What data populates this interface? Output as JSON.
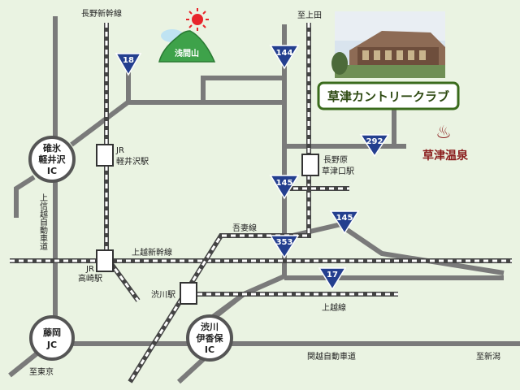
{
  "labels": {
    "nagano_shinkansen": "長野新幹線",
    "to_kamita": "至上田",
    "asama": "浅間山",
    "jr_karuizawa_line1": "JR",
    "jr_karuizawa_line2": "軽井沢駅",
    "naganohara_line1": "長野原",
    "naganohara_line2": "草津口駅",
    "agatsuma_line": "吾妻線",
    "joetsu_shinkansen": "上越新幹線",
    "jr_takasaki_line1": "JR",
    "jr_takasaki_line2": "高崎駅",
    "shibukawa_station": "渋川駅",
    "joetsu_line": "上越線",
    "kanetsu_expressway": "関越自動車道",
    "to_tokyo": "至東京",
    "to_niigata": "至新潟",
    "joshinetsu_expressway": "上信越自動車道"
  },
  "interchanges": {
    "usui_line1": "碓氷",
    "usui_line2": "軽井沢",
    "usui_line3": "IC",
    "fujioka_line1": "藤岡",
    "fujioka_line2": "JC",
    "shibukawa_line1": "渋川",
    "shibukawa_line2": "伊香保",
    "shibukawa_line3": "IC"
  },
  "routes": {
    "r18": "18",
    "r144": "144",
    "r292": "292",
    "r145a": "145",
    "r145b": "145",
    "r353": "353",
    "r17": "17"
  },
  "destination": {
    "club_name": "草津カントリークラブ",
    "onsen_name": "草津温泉",
    "onsen_symbol": "♨"
  },
  "colors": {
    "background": "#eaf3e2",
    "road": "#7a7a7a",
    "shield": "#243f8f",
    "mountain": "#3ea24a",
    "sun": "#e8242a",
    "club_border": "#3a6b1c",
    "onsen": "#8a1c1c"
  }
}
